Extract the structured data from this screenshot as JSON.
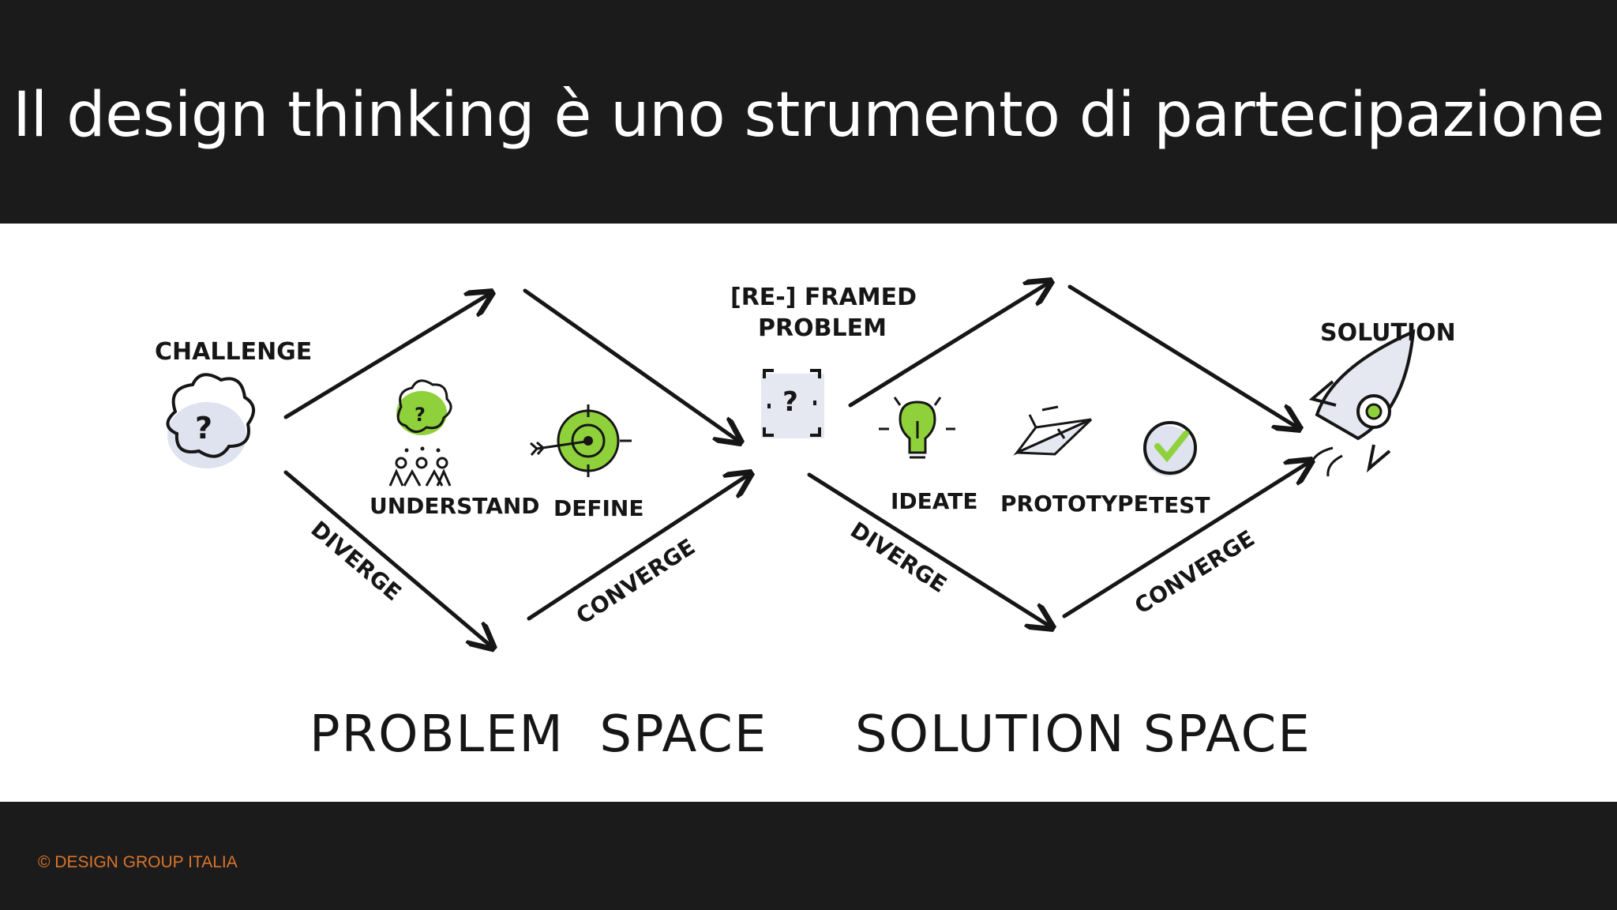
{
  "slide": {
    "title": "Il design thinking è uno strumento di partecipazione",
    "footer": "© DESIGN GROUP ITALIA"
  },
  "diagram": {
    "nodes": {
      "challenge": "CHALLENGE",
      "reframed_line1": "[RE-] FRAMED",
      "reframed_line2": "PROBLEM",
      "solution": "SOLUTION"
    },
    "steps": {
      "understand": "UNDERSTAND",
      "define": "DEFINE",
      "ideate": "IDEATE",
      "prototype": "PROTOTYPE",
      "test": "TEST"
    },
    "flows": {
      "diverge_1": "DIVERGE",
      "converge_1": "CONVERGE",
      "diverge_2": "DIVERGE",
      "converge_2": "CONVERGE"
    },
    "spaces": {
      "problem": "PROBLEM  SPACE",
      "solution": "SOLUTION SPACE"
    },
    "colors": {
      "accent": "#8fd13a",
      "ink": "#161616",
      "shadow": "#d8dcec",
      "footer": "#d9752c"
    }
  }
}
